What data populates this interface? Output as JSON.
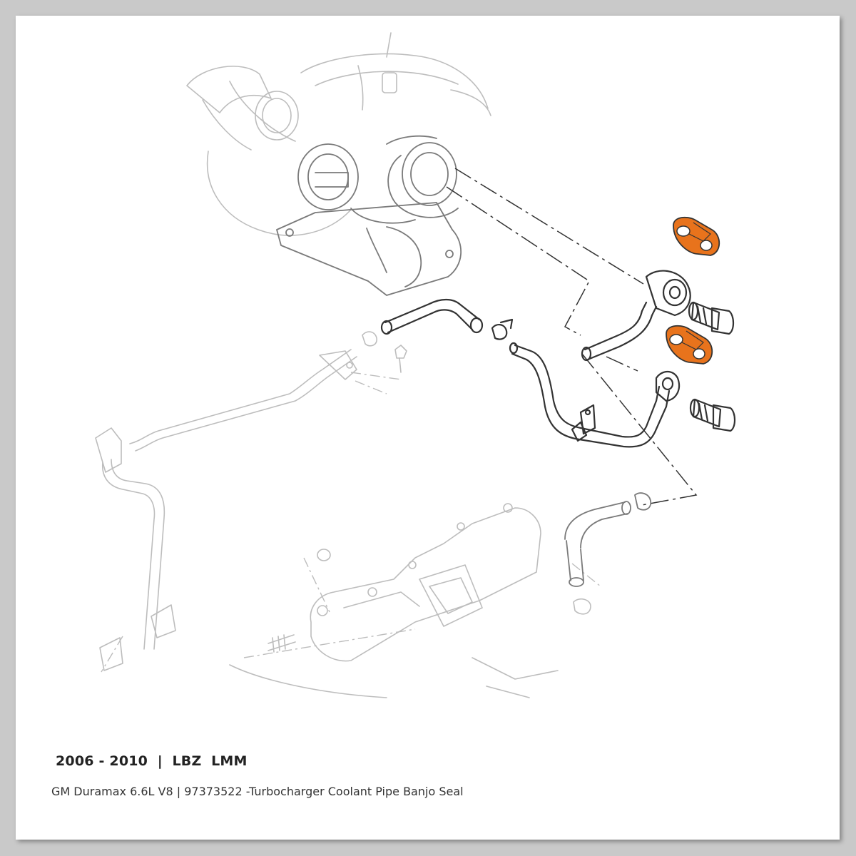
{
  "caption": {
    "title": "2006 - 2010  |  LBZ  LMM",
    "subtitle": "GM Duramax 6.6L V8 | 97373522 -Turbocharger Coolant Pipe Banjo Seal"
  },
  "colors": {
    "highlight": "#e8731c",
    "background": "#ffffff",
    "frame": "#c9c9c9"
  },
  "diagram": {
    "subject": "turbocharger coolant pipe assembly",
    "highlighted_part": "banjo seal"
  }
}
